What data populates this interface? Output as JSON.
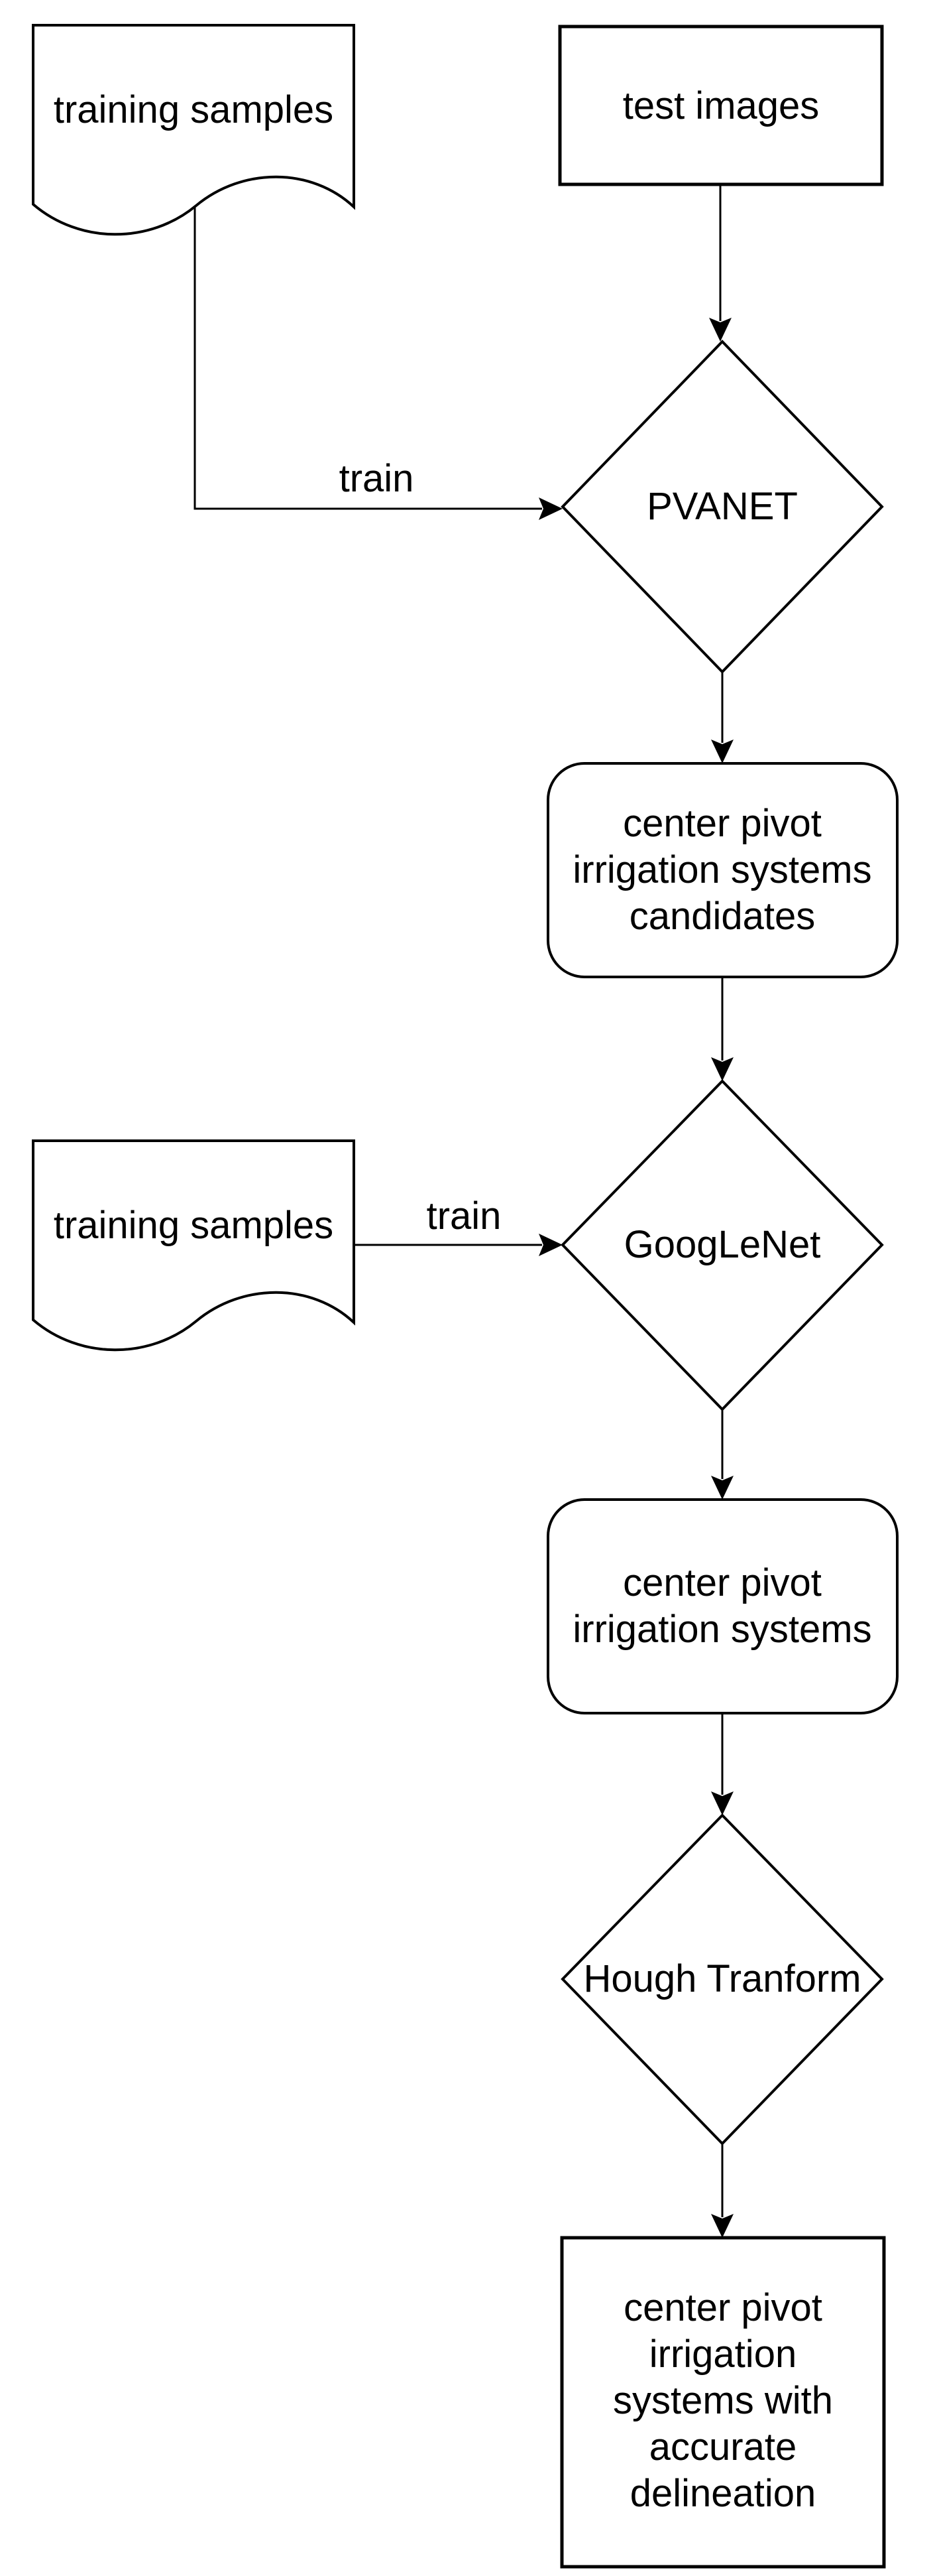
{
  "diagram": {
    "type": "flowchart",
    "colors": {
      "background": "#ffffff",
      "stroke": "#000000",
      "text": "#000000"
    },
    "nodes": [
      {
        "id": "doc-training-samples-1",
        "shape": "document",
        "label": "training samples",
        "lines": [
          "training samples"
        ]
      },
      {
        "id": "rect-test-images",
        "shape": "rectangle",
        "label": "test images",
        "lines": [
          "test images"
        ]
      },
      {
        "id": "diamond-pvanet",
        "shape": "diamond",
        "label": "PVANET",
        "lines": [
          "PVANET"
        ]
      },
      {
        "id": "rounded-cpis-candidates",
        "shape": "rounded-rectangle",
        "label": "center pivot irrigation systems candidates",
        "lines": [
          "center pivot",
          "irrigation systems",
          "candidates"
        ]
      },
      {
        "id": "doc-training-samples-2",
        "shape": "document",
        "label": "training samples",
        "lines": [
          "training samples"
        ]
      },
      {
        "id": "diamond-googlenet",
        "shape": "diamond",
        "label": "GoogLeNet",
        "lines": [
          "GoogLeNet"
        ]
      },
      {
        "id": "rounded-cpis",
        "shape": "rounded-rectangle",
        "label": "center pivot irrigation systems",
        "lines": [
          "center pivot",
          "irrigation systems"
        ]
      },
      {
        "id": "diamond-hough",
        "shape": "diamond",
        "label": "Hough Tranform",
        "lines": [
          "Hough Tranform"
        ]
      },
      {
        "id": "rect-cpis-delineation",
        "shape": "rectangle",
        "label": "center pivot irrigation systems with accurate delineation",
        "lines": [
          "center pivot",
          "irrigation",
          "systems with",
          "accurate",
          "delineation"
        ]
      }
    ],
    "edges": [
      {
        "id": "edge-doc1-to-pvanet",
        "from": "doc-training-samples-1",
        "to": "diamond-pvanet",
        "label": "train"
      },
      {
        "id": "edge-testimages-to-pvanet",
        "from": "rect-test-images",
        "to": "diamond-pvanet",
        "label": ""
      },
      {
        "id": "edge-pvanet-to-candidates",
        "from": "diamond-pvanet",
        "to": "rounded-cpis-candidates",
        "label": ""
      },
      {
        "id": "edge-candidates-to-googlenet",
        "from": "rounded-cpis-candidates",
        "to": "diamond-googlenet",
        "label": ""
      },
      {
        "id": "edge-doc2-to-googlenet",
        "from": "doc-training-samples-2",
        "to": "diamond-googlenet",
        "label": "train"
      },
      {
        "id": "edge-googlenet-to-cpis",
        "from": "diamond-googlenet",
        "to": "rounded-cpis",
        "label": ""
      },
      {
        "id": "edge-cpis-to-hough",
        "from": "rounded-cpis",
        "to": "diamond-hough",
        "label": ""
      },
      {
        "id": "edge-hough-to-final",
        "from": "diamond-hough",
        "to": "rect-cpis-delineation",
        "label": ""
      }
    ],
    "edge_labels": [
      {
        "text": "train"
      },
      {
        "text": "train"
      }
    ]
  }
}
